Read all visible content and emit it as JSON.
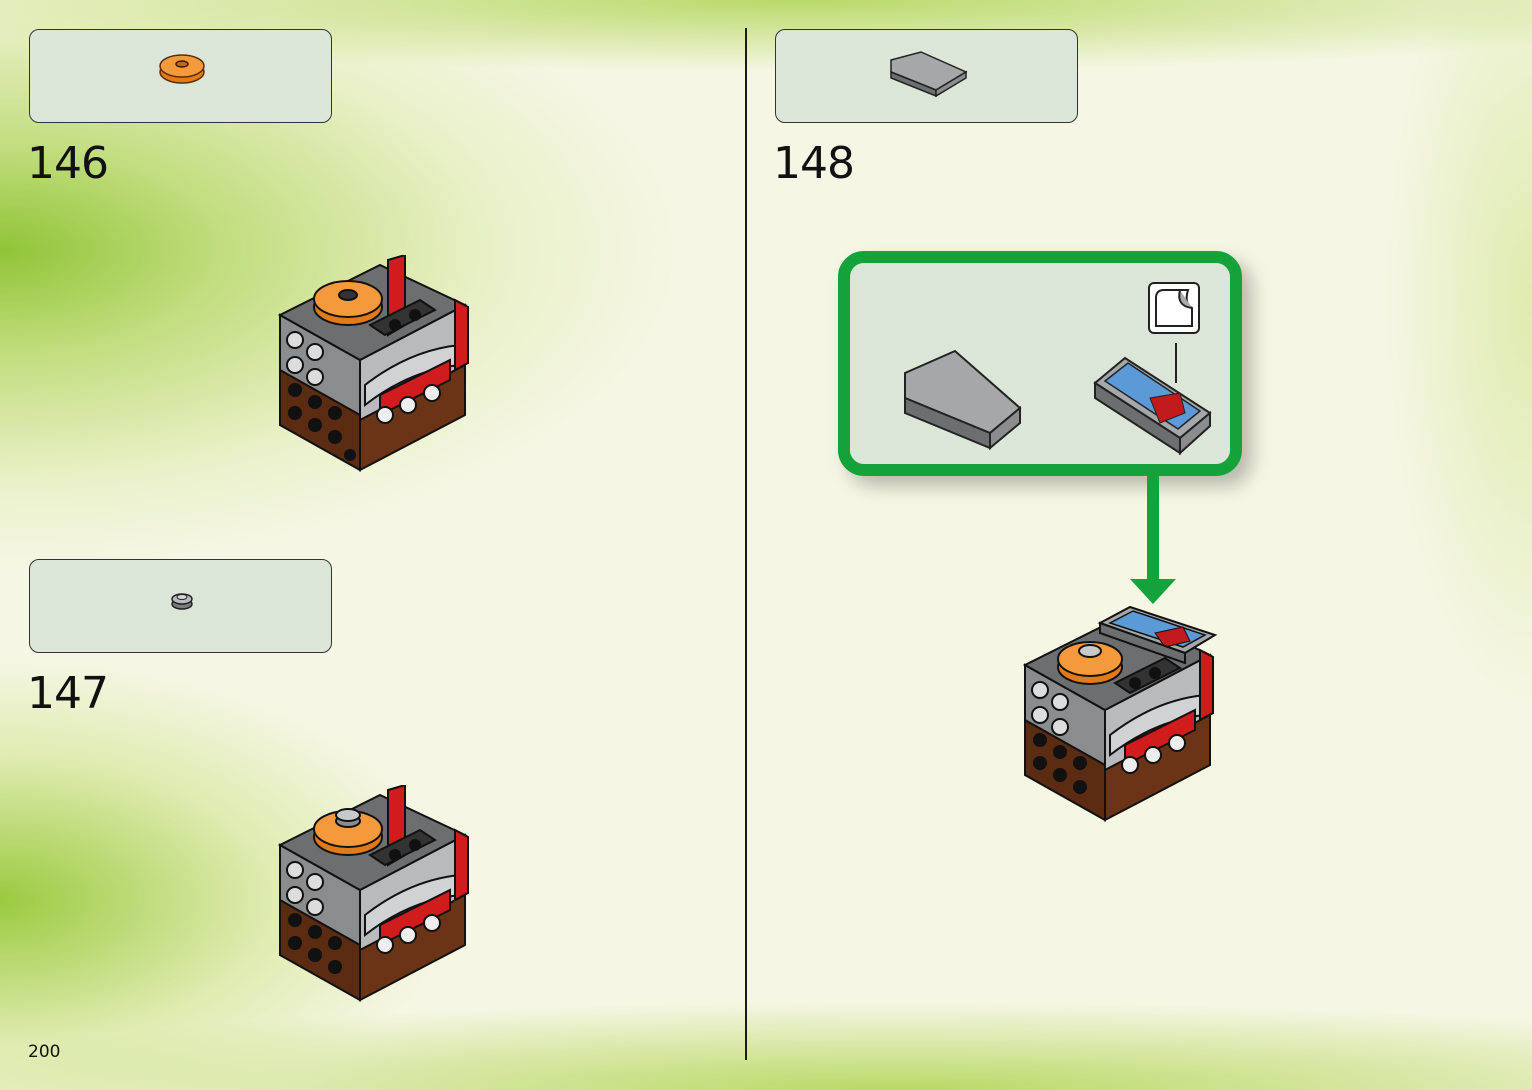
{
  "page": {
    "number": "200"
  },
  "steps": [
    {
      "number": "146",
      "part_icon": "orange-round-plate-icon",
      "model_icon": "orange-plate-added-icon"
    },
    {
      "number": "147",
      "part_icon": "gray-round-plate-icon",
      "model_icon": "gray-plate-added-icon"
    },
    {
      "number": "148",
      "part_icon": "curved-slope-icon",
      "model_icon": "curved-slope-added-icon"
    }
  ],
  "sub_assembly": {
    "left_icon": "curved-slope-brick-icon",
    "right_icon": "curved-slope-with-sticker-icon",
    "sticker_icon": "sticker-indicator-icon"
  },
  "colors": {
    "accent_green": "#14a33a",
    "callout_bg": "#dce6d8",
    "page_bg": "#f5f6e3"
  }
}
